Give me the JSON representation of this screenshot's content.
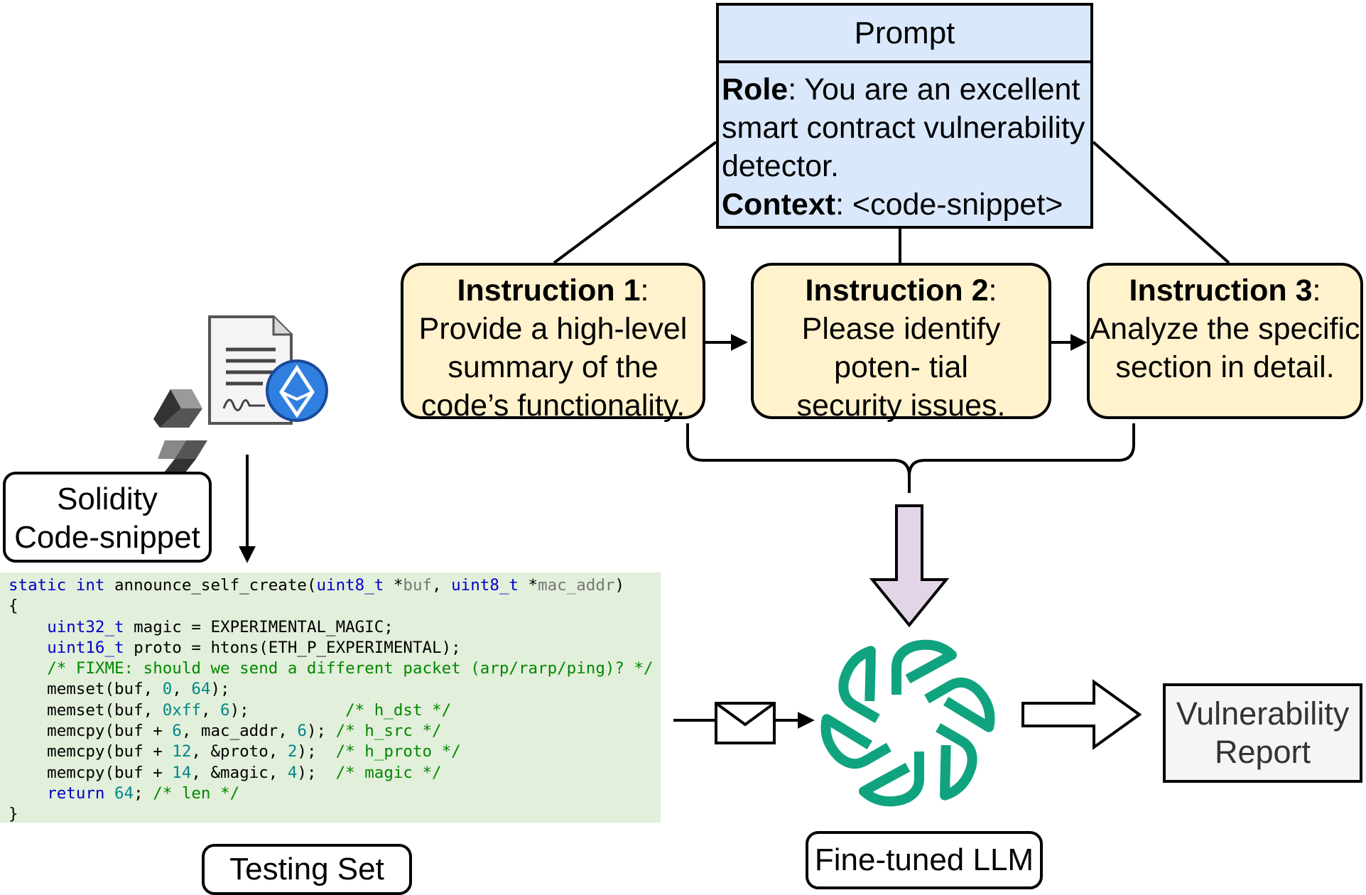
{
  "prompt": {
    "title": "Prompt",
    "role_label": "Role",
    "role_text": ": You are an excellent smart contract vulnerability detector.",
    "context_label": "Context",
    "context_text": ": <code-snippet>"
  },
  "instructions": [
    {
      "label": "Instruction 1",
      "colon": ":",
      "text": "Provide a high-level summary of the code’s functionality."
    },
    {
      "label": "Instruction 2",
      "colon": ":",
      "text": "Please identify poten- tial security issues."
    },
    {
      "label": "Instruction 3",
      "colon": ":",
      "text": "Analyze the specific section in detail."
    }
  ],
  "solidity_label": "Solidity Code-snippet",
  "testing_set_label": "Testing Set",
  "llm_label": "Fine-tuned LLM",
  "report_label": "Vulnerability Report",
  "code_lines": [
    [
      {
        "t": "static int",
        "c": "kw"
      },
      {
        "t": " announce_self_create("
      },
      {
        "t": "uint8_t",
        "c": "kw"
      },
      {
        "t": " *"
      },
      {
        "t": "buf",
        "c": "pm"
      },
      {
        "t": ", "
      },
      {
        "t": "uint8_t",
        "c": "kw"
      },
      {
        "t": " *"
      },
      {
        "t": "mac_addr",
        "c": "pm"
      },
      {
        "t": ")"
      }
    ],
    [
      {
        "t": "{"
      }
    ],
    [
      {
        "t": "    "
      },
      {
        "t": "uint32_t",
        "c": "kw"
      },
      {
        "t": " magic = EXPERIMENTAL_MAGIC;"
      }
    ],
    [
      {
        "t": "    "
      },
      {
        "t": "uint16_t",
        "c": "kw"
      },
      {
        "t": " proto = htons(ETH_P_EXPERIMENTAL);"
      }
    ],
    [
      {
        "t": "    "
      },
      {
        "t": "/* FIXME: should we send a different packet (arp/rarp/ping)? */",
        "c": "cm"
      }
    ],
    [
      {
        "t": "    memset(buf, "
      },
      {
        "t": "0",
        "c": "nm"
      },
      {
        "t": ", "
      },
      {
        "t": "64",
        "c": "nm"
      },
      {
        "t": ");"
      }
    ],
    [
      {
        "t": "    memset(buf, "
      },
      {
        "t": "0xff",
        "c": "nm"
      },
      {
        "t": ", "
      },
      {
        "t": "6",
        "c": "nm"
      },
      {
        "t": ");          "
      },
      {
        "t": "/* h_dst */",
        "c": "cm"
      }
    ],
    [
      {
        "t": "    memcpy(buf + "
      },
      {
        "t": "6",
        "c": "nm"
      },
      {
        "t": ", mac_addr, "
      },
      {
        "t": "6",
        "c": "nm"
      },
      {
        "t": "); "
      },
      {
        "t": "/* h_src */",
        "c": "cm"
      }
    ],
    [
      {
        "t": "    memcpy(buf + "
      },
      {
        "t": "12",
        "c": "nm"
      },
      {
        "t": ", &proto, "
      },
      {
        "t": "2",
        "c": "nm"
      },
      {
        "t": ");  "
      },
      {
        "t": "/* h_proto */",
        "c": "cm"
      }
    ],
    [
      {
        "t": "    memcpy(buf + "
      },
      {
        "t": "14",
        "c": "nm"
      },
      {
        "t": ", &magic, "
      },
      {
        "t": "4",
        "c": "nm"
      },
      {
        "t": ");  "
      },
      {
        "t": "/* magic */",
        "c": "cm"
      }
    ],
    [
      {
        "t": "    "
      },
      {
        "t": "return",
        "c": "kw"
      },
      {
        "t": " "
      },
      {
        "t": "64",
        "c": "nm"
      },
      {
        "t": "; "
      },
      {
        "t": "/* len */",
        "c": "cm"
      }
    ],
    [
      {
        "t": "}"
      }
    ]
  ],
  "colors": {
    "prompt_fill": "#dae8fc",
    "instruction_fill": "#fff2cc",
    "code_fill": "#e2efda",
    "llm_logo": "#10a37f",
    "big_arrow_fill": "#e1d5e7",
    "ethereum_blue": "#2f7fe0"
  }
}
